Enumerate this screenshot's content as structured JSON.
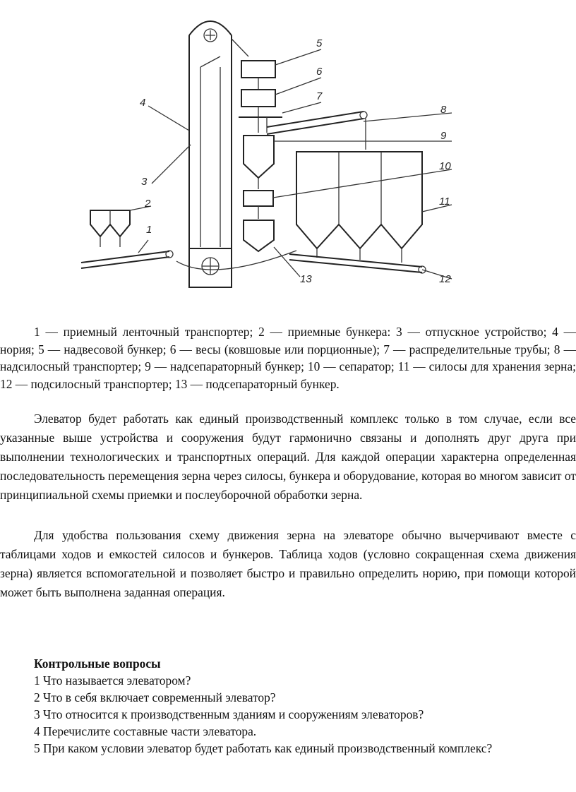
{
  "diagram": {
    "labels": [
      "1",
      "2",
      "3",
      "4",
      "5",
      "6",
      "7",
      "8",
      "9",
      "10",
      "11",
      "12",
      "13"
    ]
  },
  "caption": "1 — приемный ленточный транспортер; 2 — приемные бункера: 3 — отпускное устройство; 4 — нория; 5 — надвесовой бункер; 6 — весы (ковшовые или порционные); 7 — распределительные трубы; 8 — надсилосный транспортер; 9 — надсепараторный бункер; 10 — сепаратор; 11 — силосы для хранения зерна; 12 — подсилосный транспортер; 13 — подсепараторный бункер.",
  "paragraphs": [
    "Элеватор будет работать как единый производственный комплекс только в том случае, если все указанные выше устройства и сооружения будут гармонично связаны и дополнять друг друга при выполнении технологических и транспортных операций. Для каждой операции характерна определенная последовательность перемещения зерна через силосы, бункера и оборудование, которая во многом зависит от принципиальной схемы приемки и послеуборочной обработки зерна.",
    "Для удобства пользования схему движения зерна на элеваторе обычно вычерчивают вместе с таблицами ходов и емкостей силосов и бункеров. Таблица ходов (условно сокращенная схема движения зерна) является вспомогательной и позволяет быстро и правильно определить норию, при помощи которой может быть выполнена заданная операция."
  ],
  "questions": {
    "heading": "Контрольные вопросы",
    "items": [
      "1 Что называется элеватором?",
      "2 Что в себя включает современный элеватор?",
      "3 Что относится к производственным зданиям и сооружениям элеваторов?",
      "4 Перечислите составные части элеватора.",
      "5 При каком условии элеватор будет работать как единый производственный комплекс?"
    ]
  }
}
